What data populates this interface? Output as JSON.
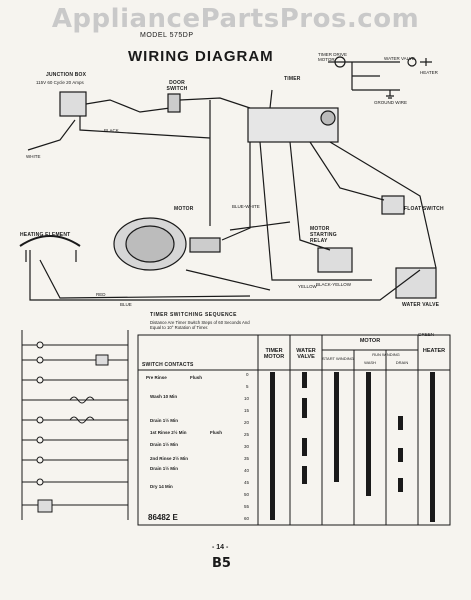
{
  "watermark": "AppliancePartsPros.com",
  "model": "MODEL 575DP",
  "title": "WIRING DIAGRAM",
  "labels": {
    "junction_box": "JUNCTION BOX",
    "supply": "115V 60 Cycle 20 Amps",
    "door_switch": "DOOR SWITCH",
    "timer": "TIMER",
    "motor": "MOTOR",
    "heating_element": "HEATING ELEMENT",
    "motor_starting_relay": "MOTOR STARTING RELAY",
    "float_switch": "FLOAT SWITCH",
    "water_valve": "WATER VALVE",
    "ground_wire": "GROUND WIRE",
    "heater": "HEATER",
    "timer_drive_motor": "TIMER DRIVE MOTOR"
  },
  "wire_colors": {
    "white": "WHITE",
    "black": "BLACK",
    "red": "RED",
    "blue": "BLUE",
    "green": "GREEN",
    "yellow": "YELLOW",
    "blue_white": "BLUE-WHITE",
    "black_yellow": "BLACK-YELLOW"
  },
  "sequence": {
    "title": "TIMER SWITCHING SEQUENCE",
    "note": "Distance Are Timer Switch Steps of 60 Seconds And Equal to 10° Rotation of Timer.",
    "switch_contacts": "SWITCH CONTACTS",
    "columns": {
      "timer_motor": "TIMER MOTOR",
      "water_valve": "WATER VALVE",
      "motor": "MOTOR",
      "start_winding": "START WINDING",
      "run_winding": "RUN WINDING",
      "wash": "WASH",
      "drain": "DRAIN",
      "heater": "HEATER"
    },
    "steps": [
      {
        "label": "Pre Rinse",
        "sub": "Flush"
      },
      {
        "label": "Wash 10 Min",
        "sub": ""
      },
      {
        "label": "Drain 1½ Min",
        "sub": ""
      },
      {
        "label": "1st Rinse 2½ Min",
        "sub": "Flush"
      },
      {
        "label": "Drain 1½ Min",
        "sub": ""
      },
      {
        "label": "2nd Rinse 2½ Min",
        "sub": ""
      },
      {
        "label": "Drain 1½ Min",
        "sub": ""
      },
      {
        "label": "Dry 14 Min",
        "sub": ""
      }
    ],
    "ticks": [
      "0",
      "5",
      "10",
      "15",
      "20",
      "25",
      "30",
      "35",
      "40",
      "45",
      "50",
      "55",
      "60"
    ]
  },
  "part_number": "86482 E",
  "page_number": "- 14 -",
  "page_code": "B5",
  "colors": {
    "paper": "#f6f4ef",
    "ink": "#1a1a1a",
    "watermark": "#c9c9c9"
  }
}
